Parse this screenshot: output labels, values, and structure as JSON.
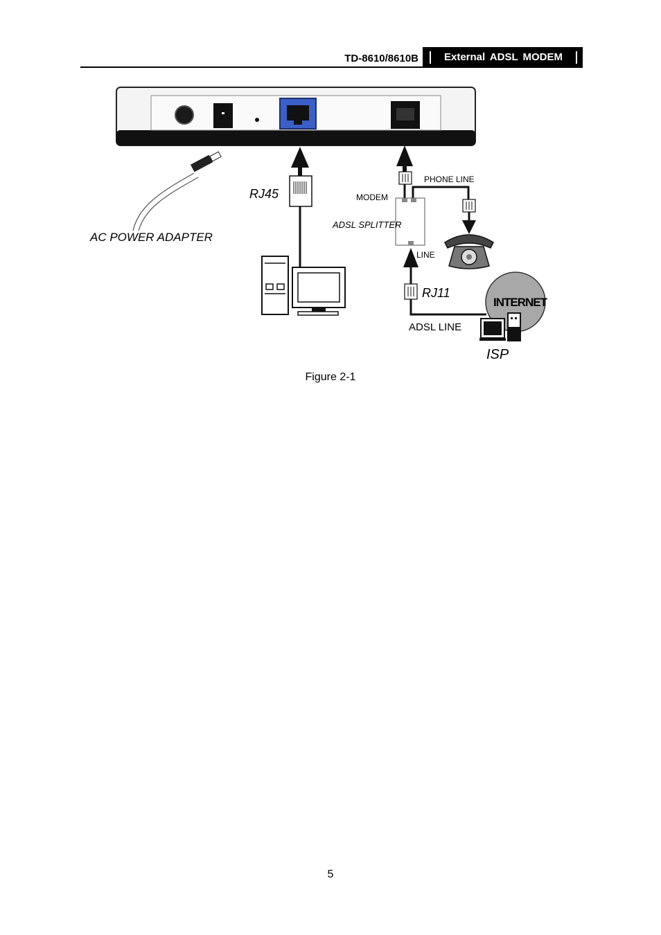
{
  "header": {
    "model": "TD-8610/8610B",
    "product": "External  ADSL  MODEM"
  },
  "figure": {
    "labels": {
      "ac_power_adapter": "AC POWER ADAPTER",
      "rj45": "RJ45",
      "modem": "MODEM",
      "phone_line": "PHONE LINE",
      "adsl_splitter": "ADSL SPLITTER",
      "line": "LINE",
      "rj11": "RJ11",
      "adsl_line": "ADSL LINE",
      "internet": "INTERNET",
      "isp": "ISP"
    },
    "caption": "Figure 2-1"
  },
  "footer": {
    "page_number": "5"
  },
  "colors": {
    "ethernet_port": "#3b5fc8",
    "internet_globe": "#a8a8a8"
  }
}
